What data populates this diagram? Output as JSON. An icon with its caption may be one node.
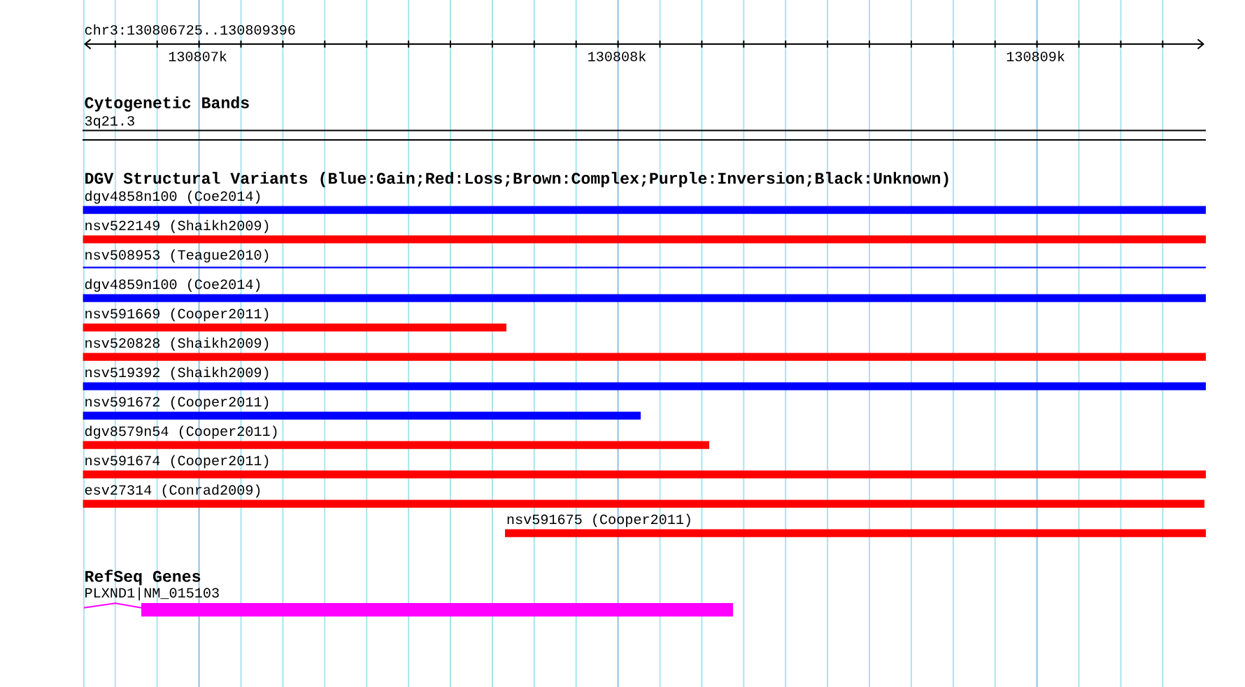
{
  "diagram": {
    "nodes": [
      {
        "text": [
          "3q21.3"
        ]
      },
      {
        "text": [
          "dgv4858n100 (Coe2014)"
        ]
      },
      {
        "text": [
          "nsv522149 (Shaikh2009)"
        ]
      },
      {
        "text": [
          "nsv508953 (Teague2010)"
        ]
      },
      {
        "text": [
          "dgv4859n100 (Coe2014)"
        ]
      },
      {
        "text": [
          "nsv591669 (Cooper2011)"
        ]
      },
      {
        "text": [
          "nsv520828 (Shaikh2009)"
        ]
      },
      {
        "text": [
          "nsv519392 (Shaikh2009)"
        ]
      },
      {
        "text": [
          "nsv591672 (Cooper2011)"
        ]
      },
      {
        "text": [
          "dgv8579n54 (Cooper2011)"
        ]
      },
      {
        "text": [
          "nsv591674 (Cooper2011)"
        ]
      },
      {
        "text": [
          "esv27314 (Conrad2009)"
        ]
      },
      {
        "text": [
          "nsv591675 (Cooper2011)"
        ]
      },
      {
        "text": [
          "PLXND1|NM_015103"
        ]
      }
    ],
    "labels": [
      "chr3:130806725..130809396",
      "130807k",
      "130808k",
      "130809k",
      "Cytogenetic Bands",
      "DGV Structural Variants (Blue:Gain;Red:Loss;Brown:Complex;Purple:Inversion;Black:Unknown)",
      "RefSeq Genes"
    ]
  }
}
